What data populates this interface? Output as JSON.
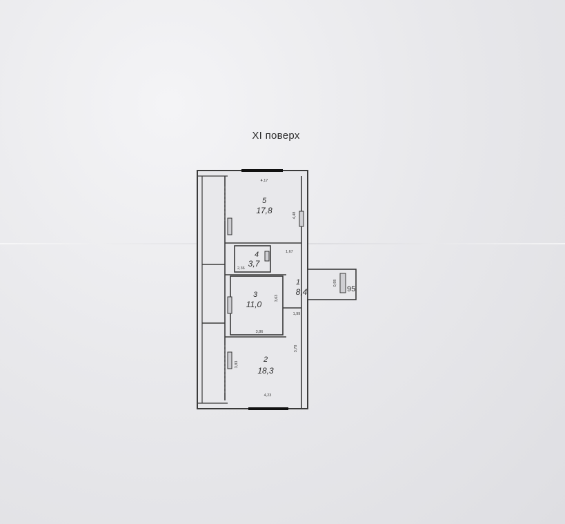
{
  "floor_title": "XI поверх",
  "rooms": [
    {
      "number": "5",
      "area": "17,8"
    },
    {
      "number": "4",
      "area": "3,7"
    },
    {
      "number": "3",
      "area": "11,0"
    },
    {
      "number": "1",
      "area": "8,4"
    },
    {
      "number": "2",
      "area": "18,3"
    }
  ],
  "dimensions": {
    "room5_top": "4,17",
    "room5_right": "4,48",
    "room4_left": "2,36",
    "room4_right": "1,67",
    "room3_right": "3,63",
    "room3_bottom": "3,86",
    "hall_right": "1,99",
    "hall_lower": "3,78",
    "room2_left": "3,83",
    "room2_bottom": "4,23",
    "bath_height": "0,98"
  },
  "annex_label": "95",
  "colors": {
    "paper": "#e6e6e9",
    "wall": "#333333",
    "window": "#111111"
  }
}
